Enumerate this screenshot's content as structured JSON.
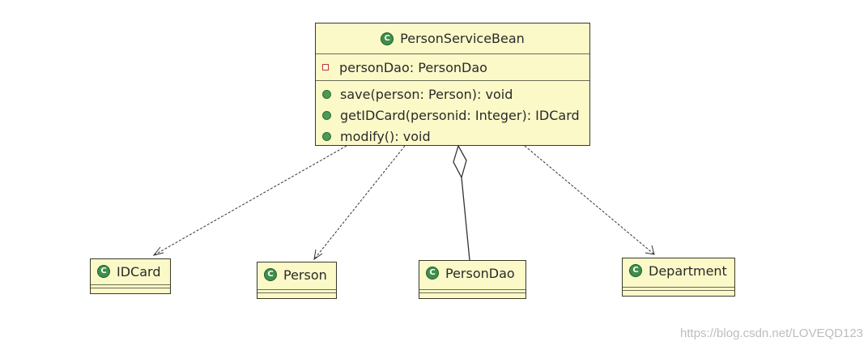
{
  "main_class": {
    "name": "PersonServiceBean",
    "icon": "class-icon",
    "fields": [
      {
        "visibility": "private",
        "text": "personDao: PersonDao"
      }
    ],
    "methods": [
      {
        "visibility": "public",
        "text": "save(person: Person): void"
      },
      {
        "visibility": "public",
        "text": "getIDCard(personid: Integer): IDCard"
      },
      {
        "visibility": "public",
        "text": "modify(): void"
      }
    ]
  },
  "classes": [
    {
      "name": "IDCard"
    },
    {
      "name": "Person"
    },
    {
      "name": "PersonDao"
    },
    {
      "name": "Department"
    }
  ],
  "relationships": [
    {
      "from": "PersonServiceBean",
      "to": "IDCard",
      "type": "dependency"
    },
    {
      "from": "PersonServiceBean",
      "to": "Person",
      "type": "dependency"
    },
    {
      "from": "PersonServiceBean",
      "to": "PersonDao",
      "type": "aggregation"
    },
    {
      "from": "PersonServiceBean",
      "to": "Department",
      "type": "dependency"
    }
  ],
  "watermark": "https://blog.csdn.net/LOVEQD123",
  "colors": {
    "class_fill": "#fbf9c8",
    "class_icon": "#3f8f4a",
    "private_marker": "#c0392b"
  }
}
